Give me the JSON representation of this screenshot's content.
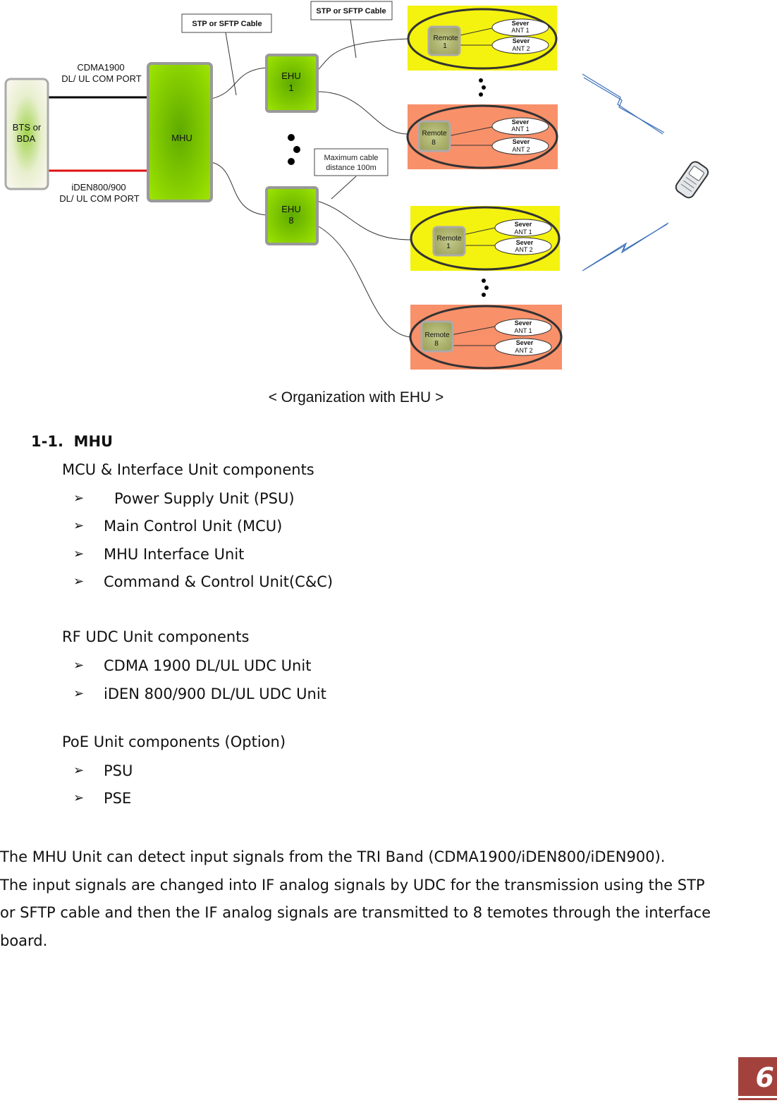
{
  "diagram": {
    "bts_label_line1": "BTS or",
    "bts_label_line2": "BDA",
    "mhu_label": "MHU",
    "cdma_port_line1": "CDMA1900",
    "cdma_port_line2": "DL/ UL COM PORT",
    "iden_port_line1": "iDEN800/900",
    "iden_port_line2": "DL/ UL COM PORT",
    "ehu_top_line1": "EHU",
    "ehu_top_line2": "1",
    "ehu_bottom_line1": "EHU",
    "ehu_bottom_line2": "8",
    "cable_label_left": "STP or SFTP Cable",
    "cable_label_right": "STP or SFTP Cable",
    "max_cable_line1": "Maximum cable",
    "max_cable_line2": "distance 100m",
    "remotes": [
      {
        "line1": "Remote",
        "line2": "1",
        "ant1_line1": "Sever",
        "ant1_line2": "ANT 1",
        "ant2_line1": "Sever",
        "ant2_line2": "ANT 2",
        "color": "#f4f20f"
      },
      {
        "line1": "Remote",
        "line2": "8",
        "ant1_line1": "Sever",
        "ant1_line2": "ANT 1",
        "ant2_line1": "Sever",
        "ant2_line2": "ANT 2",
        "color": "#f8906a"
      },
      {
        "line1": "Remote",
        "line2": "1",
        "ant1_line1": "Sever",
        "ant1_line2": "ANT 1",
        "ant2_line1": "Sever",
        "ant2_line2": "ANT 2",
        "color": "#f4f20f"
      },
      {
        "line1": "Remote",
        "line2": "8",
        "ant1_line1": "Sever",
        "ant1_line2": "ANT 1",
        "ant2_line1": "Sever",
        "ant2_line2": "ANT 2",
        "color": "#f8906a"
      }
    ],
    "colors": {
      "unit_green": "#8fd400",
      "cdma_line": "#000000",
      "iden_line": "#e01010",
      "lightning": "#3a6fb8"
    },
    "icons": [
      "mobile-phone-icon",
      "lightning-bolt-icon"
    ]
  },
  "caption": "< Organization with EHU >",
  "section": {
    "number": "1-1.",
    "title": "MHU"
  },
  "groups": [
    {
      "title": "MCU & Interface Unit components",
      "items": [
        "Power Supply Unit (PSU)",
        "Main Control Unit (MCU)",
        "MHU Interface Unit",
        "Command & Control Unit(C&C)"
      ]
    },
    {
      "title": "RF UDC Unit components",
      "items": [
        "CDMA 1900 DL/UL UDC Unit",
        "iDEN 800/900 DL/UL UDC Unit"
      ]
    },
    {
      "title": "PoE Unit components (Option)",
      "items": [
        "PSU",
        "PSE"
      ]
    }
  ],
  "bullet_symbol": "➢",
  "paragraph_lines": [
    "The MHU Unit can detect input signals from the TRI Band (CDMA1900/iDEN800/iDEN900).",
    "The input signals are changed into IF analog signals by UDC for the transmission using the STP",
    "or SFTP cable and then the IF analog signals are transmitted to 8 temotes through the interface",
    "board."
  ],
  "page_number": "6"
}
